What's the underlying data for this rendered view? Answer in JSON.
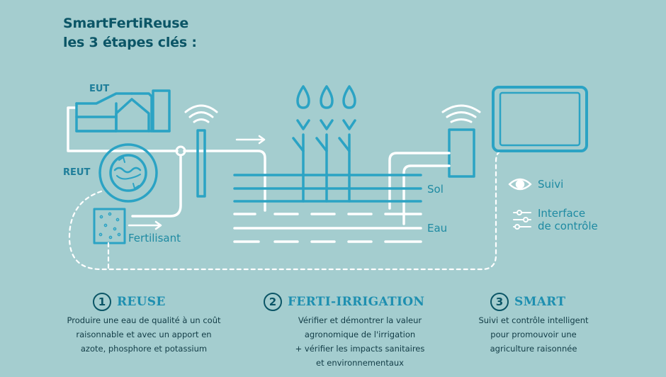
{
  "title": {
    "line1": "SmartFertiReuse",
    "line2": "les 3 étapes clés :"
  },
  "labels": {
    "eut": "EUT",
    "reut": "REUT",
    "fertilisant": "Fertilisant",
    "sol": "Sol",
    "eau": "Eau"
  },
  "legend": {
    "suivi": "Suivi",
    "interface_line1": "Interface",
    "interface_line2": "de contrôle"
  },
  "steps": [
    {
      "number": "1",
      "title": "REUSE",
      "lines": [
        "Produire une eau de qualité à un coût",
        "raisonnable et avec un apport en",
        "azote, phosphore et potassium"
      ]
    },
    {
      "number": "2",
      "title": "FERTI-IRRIGATION",
      "lines": [
        "Vérifier et démontrer la valeur",
        "agronomique de l'irrigation",
        "+ vérifier les impacts sanitaires",
        "et environnementaux"
      ]
    },
    {
      "number": "3",
      "title": "SMART",
      "lines": [
        "Suivi et contrôle intelligent",
        "pour promouvoir une",
        "agriculture raisonnée"
      ]
    }
  ],
  "colors": {
    "background": "#a4cdcf",
    "accent": "#2ba3c4",
    "title": "#0b5566",
    "line": "#ffffff"
  }
}
